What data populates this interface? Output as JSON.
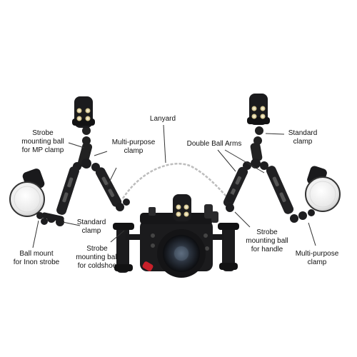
{
  "labels": {
    "lanyard": "Lanyard",
    "strobe_mp_clamp": [
      "Strobe",
      "mounting ball",
      "for MP clamp"
    ],
    "mp_clamp_left": [
      "Multi-purpose",
      "clamp"
    ],
    "standard_clamp_top_right": [
      "Standard",
      "clamp"
    ],
    "double_ball_arms": "Double Ball Arms",
    "standard_clamp_left": [
      "Standard",
      "clamp"
    ],
    "ball_mount_inon": [
      "Ball mount",
      "for Inon strobe"
    ],
    "strobe_coldshoe": [
      "Strobe",
      "mounting ball",
      "for coldshoe"
    ],
    "strobe_handle": [
      "Strobe",
      "mounting ball",
      "for handle"
    ],
    "mp_clamp_right": [
      "Multi-purpose",
      "clamp"
    ]
  },
  "colors": {
    "housing": "#1b1b1d",
    "metal": "#2a2a2c",
    "strobe_white": "#f2f2f2",
    "accent_red": "#c8202a",
    "lanyard": "#c9c9c9",
    "leader": "#333333"
  }
}
